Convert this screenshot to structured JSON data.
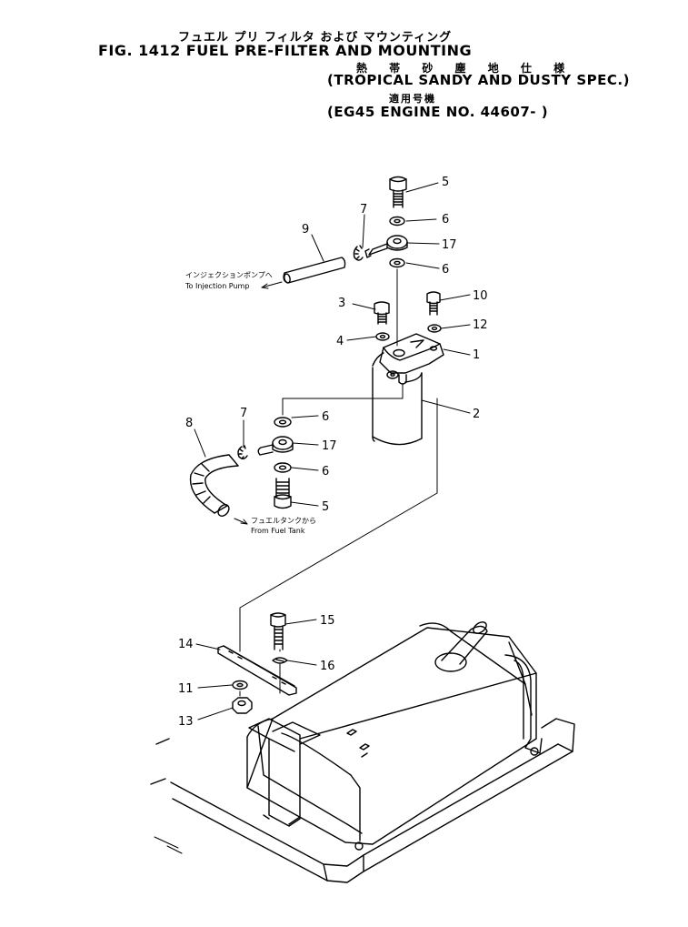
{
  "header": {
    "title_jp": "フュエル プリ フィルタ および マウンティング",
    "fig_title": "FIG. 1412  FUEL PRE-FILTER AND MOUNTING",
    "spec_jp": "熱 帯 砂 塵 地 仕 様",
    "spec": "(TROPICAL SANDY AND DUSTY SPEC.)",
    "applic_jp": "適用号機",
    "engine": "(EG45 ENGINE NO. 44607- )"
  },
  "notes": {
    "injection_jp": "インジェクションポンプへ",
    "injection_en": "To Injection Pump",
    "tank_jp": "フュエルタンクから",
    "tank_en": "From Fuel Tank"
  },
  "callouts": {
    "c1": "1",
    "c2": "2",
    "c3": "3",
    "c4": "4",
    "c5a": "5",
    "c5b": "5",
    "c6a": "6",
    "c6b": "6",
    "c6c": "6",
    "c6d": "6",
    "c7a": "7",
    "c7b": "7",
    "c8": "8",
    "c9": "9",
    "c10": "10",
    "c11": "11",
    "c12": "12",
    "c13": "13",
    "c14": "14",
    "c15": "15",
    "c16": "16",
    "c17a": "17",
    "c17b": "17"
  }
}
